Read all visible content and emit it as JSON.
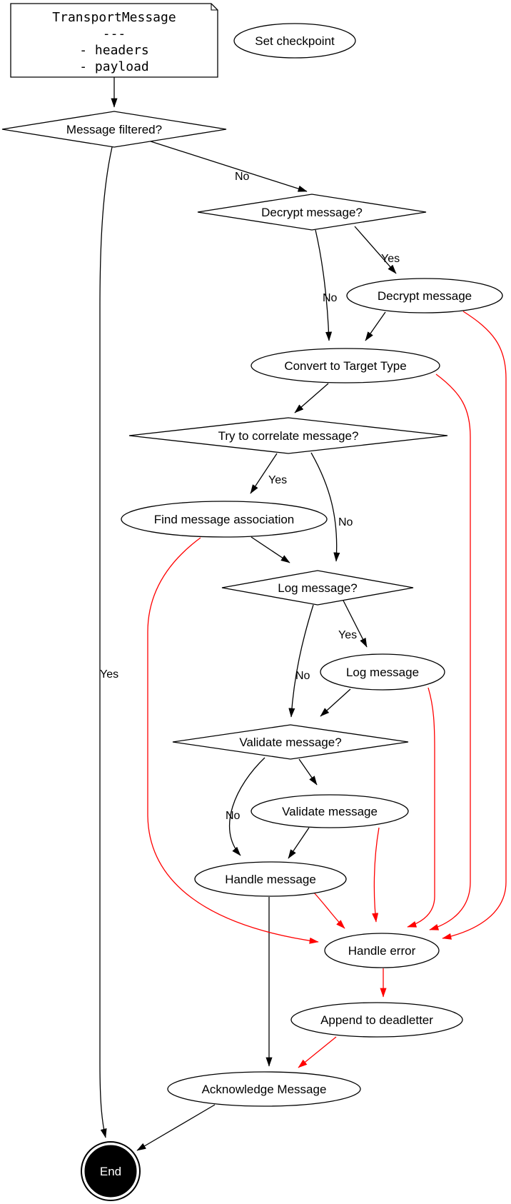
{
  "diagram": {
    "type": "flowchart",
    "nodes": {
      "transport_note": {
        "shape": "note",
        "lines": [
          "TransportMessage",
          "---",
          "- headers",
          "- payload"
        ]
      },
      "set_checkpoint": {
        "shape": "ellipse",
        "label": "Set checkpoint"
      },
      "message_filtered": {
        "shape": "diamond",
        "label": "Message filtered?"
      },
      "decrypt_question": {
        "shape": "diamond",
        "label": "Decrypt message?"
      },
      "decrypt_message": {
        "shape": "ellipse",
        "label": "Decrypt message"
      },
      "convert_to_target": {
        "shape": "ellipse",
        "label": "Convert to Target Type"
      },
      "correlate_question": {
        "shape": "diamond",
        "label": "Try to correlate message?"
      },
      "find_association": {
        "shape": "ellipse",
        "label": "Find message association"
      },
      "log_question": {
        "shape": "diamond",
        "label": "Log message?"
      },
      "log_message": {
        "shape": "ellipse",
        "label": "Log message"
      },
      "validate_question": {
        "shape": "diamond",
        "label": "Validate message?"
      },
      "validate_message": {
        "shape": "ellipse",
        "label": "Validate message"
      },
      "handle_message": {
        "shape": "ellipse",
        "label": "Handle message"
      },
      "handle_error": {
        "shape": "ellipse",
        "label": "Handle error"
      },
      "append_to_deadletter": {
        "shape": "ellipse",
        "label": "Append to deadletter"
      },
      "acknowledge_message": {
        "shape": "ellipse",
        "label": "Acknowledge Message"
      },
      "end": {
        "shape": "doublecircle",
        "label": "End"
      }
    },
    "edges": [
      {
        "from": "transport_note",
        "to": "message_filtered",
        "label": "",
        "color": "#000000"
      },
      {
        "from": "message_filtered",
        "to": "decrypt_question",
        "label": "No",
        "color": "#000000"
      },
      {
        "from": "message_filtered",
        "to": "end",
        "label": "Yes",
        "color": "#000000"
      },
      {
        "from": "decrypt_question",
        "to": "decrypt_message",
        "label": "Yes",
        "color": "#000000"
      },
      {
        "from": "decrypt_question",
        "to": "convert_to_target",
        "label": "No",
        "color": "#000000"
      },
      {
        "from": "decrypt_message",
        "to": "convert_to_target",
        "label": "",
        "color": "#000000"
      },
      {
        "from": "convert_to_target",
        "to": "correlate_question",
        "label": "",
        "color": "#000000"
      },
      {
        "from": "correlate_question",
        "to": "find_association",
        "label": "Yes",
        "color": "#000000"
      },
      {
        "from": "correlate_question",
        "to": "log_question",
        "label": "No",
        "color": "#000000"
      },
      {
        "from": "find_association",
        "to": "log_question",
        "label": "",
        "color": "#000000"
      },
      {
        "from": "log_question",
        "to": "log_message",
        "label": "Yes",
        "color": "#000000"
      },
      {
        "from": "log_question",
        "to": "validate_question",
        "label": "No",
        "color": "#000000"
      },
      {
        "from": "log_message",
        "to": "validate_question",
        "label": "",
        "color": "#000000"
      },
      {
        "from": "validate_question",
        "to": "validate_message",
        "label": "",
        "color": "#000000"
      },
      {
        "from": "validate_question",
        "to": "handle_message",
        "label": "No",
        "color": "#000000"
      },
      {
        "from": "validate_message",
        "to": "handle_message",
        "label": "",
        "color": "#000000"
      },
      {
        "from": "handle_message",
        "to": "acknowledge_message",
        "label": "",
        "color": "#000000"
      },
      {
        "from": "acknowledge_message",
        "to": "end",
        "label": "",
        "color": "#000000"
      },
      {
        "from": "decrypt_message",
        "to": "handle_error",
        "label": "",
        "color": "#ff0000"
      },
      {
        "from": "convert_to_target",
        "to": "handle_error",
        "label": "",
        "color": "#ff0000"
      },
      {
        "from": "log_message",
        "to": "handle_error",
        "label": "",
        "color": "#ff0000"
      },
      {
        "from": "validate_message",
        "to": "handle_error",
        "label": "",
        "color": "#ff0000"
      },
      {
        "from": "handle_message",
        "to": "handle_error",
        "label": "",
        "color": "#ff0000"
      },
      {
        "from": "find_association",
        "to": "handle_error",
        "label": "",
        "color": "#ff0000"
      },
      {
        "from": "handle_error",
        "to": "append_to_deadletter",
        "label": "",
        "color": "#ff0000"
      },
      {
        "from": "append_to_deadletter",
        "to": "acknowledge_message",
        "label": "",
        "color": "#ff0000"
      }
    ],
    "colors": {
      "edge": "#000000",
      "error_edge": "#ff0000",
      "node_fill": "#ffffff",
      "node_stroke": "#000000",
      "end_fill": "#000000",
      "end_text": "#ffffff"
    }
  }
}
